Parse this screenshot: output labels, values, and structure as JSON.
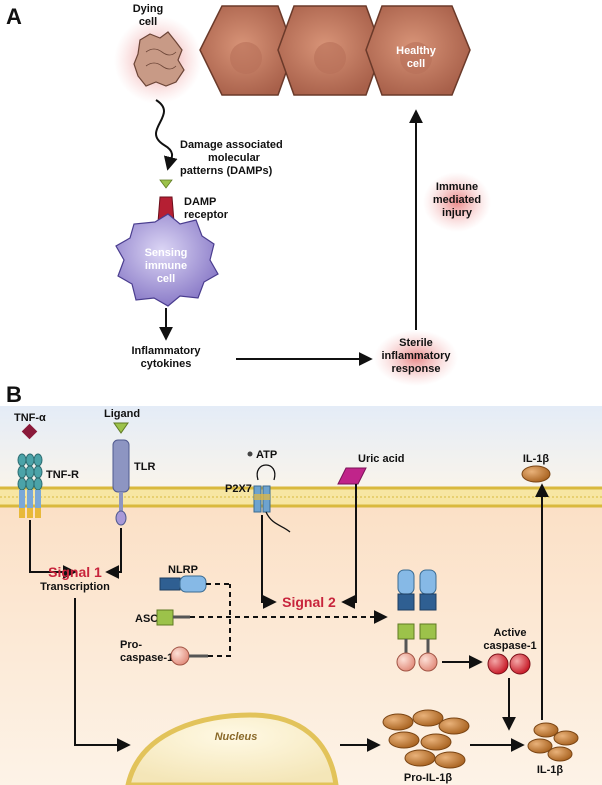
{
  "panel_a": {
    "label": "A",
    "dying_cell": [
      "Dying",
      "cell"
    ],
    "healthy_cell": [
      "Healthy",
      "cell"
    ],
    "damps": [
      "Damage associated",
      "molecular",
      "patterns (DAMPs)"
    ],
    "damp_receptor": [
      "DAMP",
      "receptor"
    ],
    "sensing_cell": [
      "Sensing",
      "immune",
      "cell"
    ],
    "immune_injury": [
      "Immune",
      "mediated",
      "injury"
    ],
    "cytokines": [
      "Inflammatory",
      "cytokines"
    ],
    "sterile": [
      "Sterile",
      "inflammatory",
      "response"
    ]
  },
  "panel_b": {
    "label": "B",
    "tnf_alpha": "TNF-α",
    "tnf_r": "TNF-R",
    "ligand": "Ligand",
    "tlr": "TLR",
    "atp": "ATP",
    "p2x7": "P2X7",
    "uric_acid": "Uric acid",
    "il1b_out": "IL-1β",
    "signal1": "Signal 1",
    "transcription": "Transcription",
    "nlrp": "NLRP",
    "asc": "ASC",
    "procaspase": [
      "Pro-",
      "caspase-1"
    ],
    "signal2": "Signal 2",
    "active_caspase": [
      "Active",
      "caspase-1"
    ],
    "nucleus": "Nucleus",
    "pro_il1b": "Pro-IL-1β",
    "il1b": "IL-1β"
  },
  "colors": {
    "healthy_cell": "#c98466",
    "immune_cell": "#9b8fd0",
    "signal_text": "#c8243c",
    "membrane": "#f2d86a"
  }
}
